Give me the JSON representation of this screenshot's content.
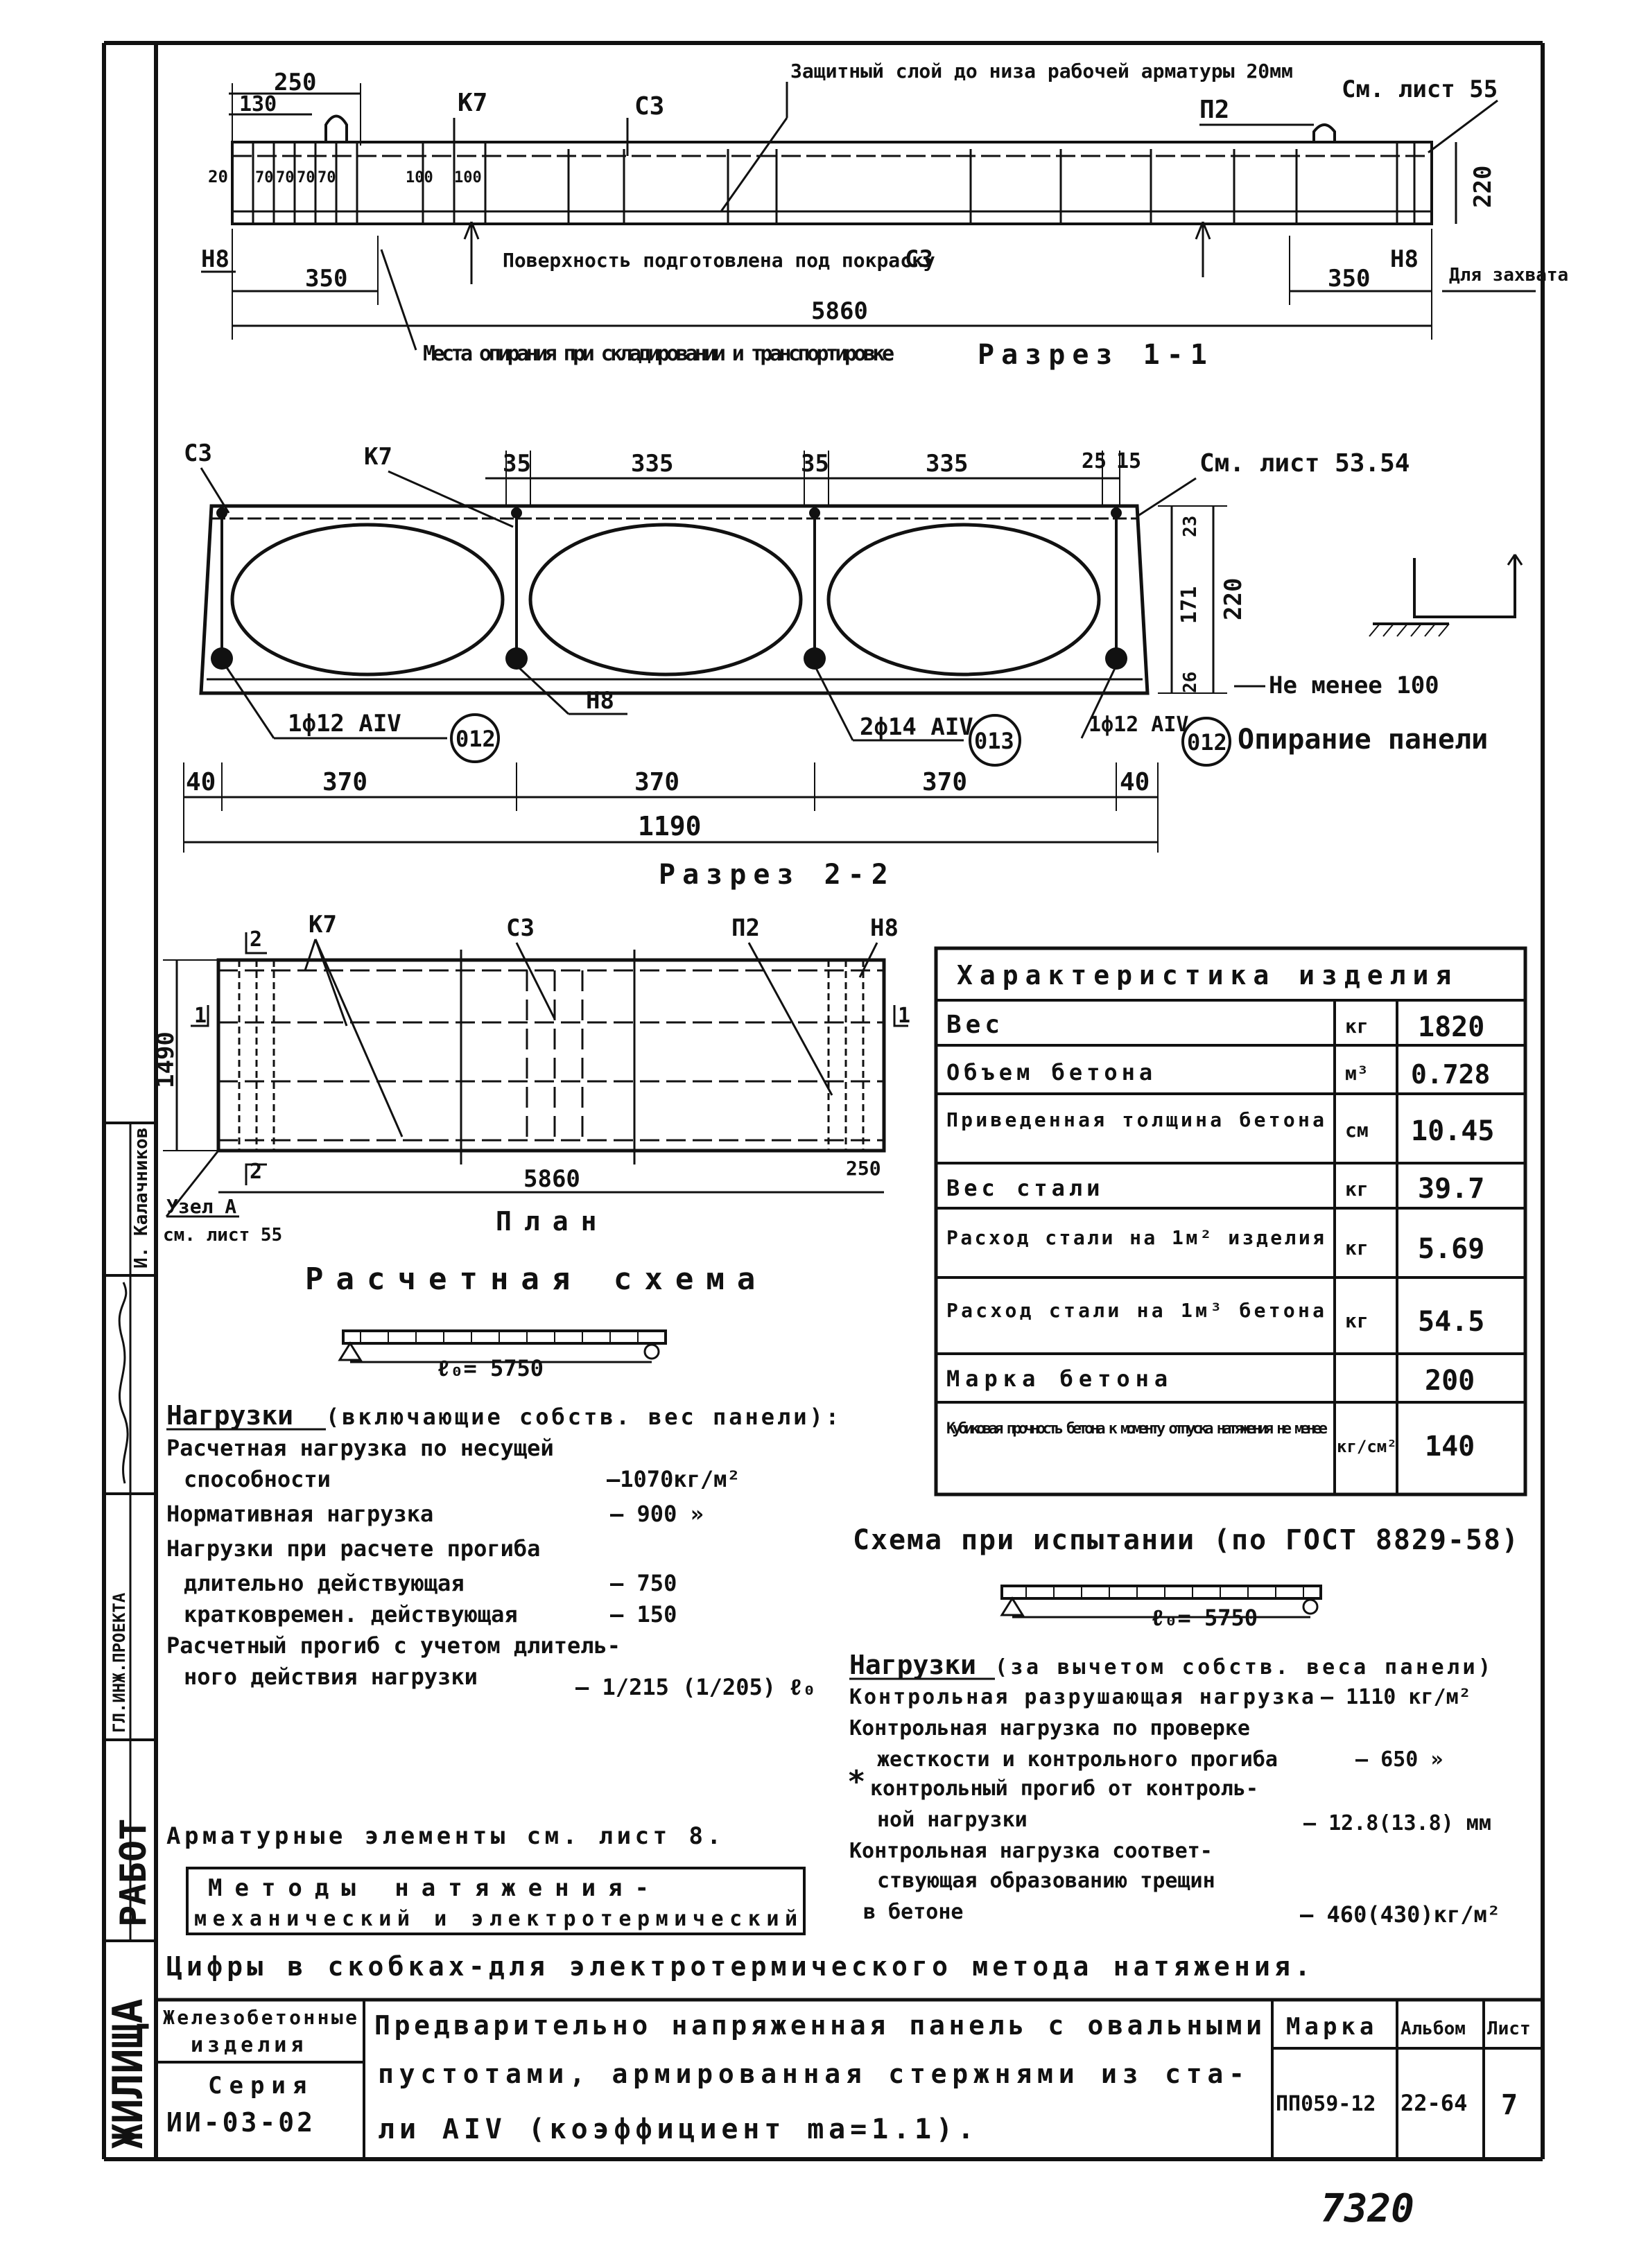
{
  "side_strip": {
    "main": "ЖИЛИЩА",
    "sub": "РАБОТ",
    "project_label": "ГЛ.ИНЖ.ПРОЕКТА",
    "author": "И. Калачников"
  },
  "section_1_1": {
    "title": "Разрез 1-1",
    "note_cover": "Защитный слой до низа рабочей арматуры 20мм",
    "note_sheet": "См. лист 55",
    "note_surface": "Поверхность подготовлена под покраску",
    "note_support": "Места опирания при складировании и транспортировке",
    "note_grip": "Для захвата",
    "labels": {
      "k7": "К7",
      "c3_top": "С3",
      "c3": "С3",
      "p2": "П2",
      "n8_left": "Н8",
      "n8_right": "Н8"
    },
    "dims": {
      "d250": "250",
      "d130": "130",
      "d20": "20",
      "d70a": "70",
      "d70b": "70",
      "d70c": "70",
      "d70d": "70",
      "d100a": "100",
      "d100b": "100",
      "d350_left": "350",
      "d350_right": "350",
      "d5860": "5860",
      "d220": "220"
    }
  },
  "section_2_2": {
    "title": "Разрез 2-2",
    "note_sheet": "См. лист 53.54",
    "note_min": "Не менее 100",
    "note_support": "Опирание панели",
    "labels": {
      "c3": "С3",
      "k7": "К7",
      "n8": "Н8",
      "bar_left": "1ф12 АIV",
      "bar_mid": "2ф14 АIV",
      "bar_right": "1ф12 АIV",
      "c012a": "012",
      "c013": "013",
      "c012b": "012"
    },
    "dims": {
      "d35a": "35",
      "d335a": "335",
      "d35b": "35",
      "d335b": "335",
      "d25": "25",
      "d15": "15",
      "d40a": "40",
      "d370a": "370",
      "d370b": "370",
      "d370c": "370",
      "d40b": "40",
      "d1190": "1190",
      "d23": "23",
      "d171": "171",
      "d220": "220",
      "d26": "26"
    }
  },
  "plan": {
    "title": "План",
    "labels": {
      "k7": "К7",
      "c3": "С3",
      "p2": "П2",
      "n8": "Н8",
      "cut2a": "2",
      "cut2b": "2",
      "cut1a": "1",
      "cut1b": "1"
    },
    "dims": {
      "d1490": "1490",
      "d5860": "5860",
      "d250": "250"
    },
    "node_label": "Узел А",
    "node_sheet": "см. лист 55"
  },
  "characteristics": {
    "title": "Характеристика изделия",
    "rows": [
      {
        "name": "Вес",
        "unit": "кг",
        "value": "1820"
      },
      {
        "name": "Объем бетона",
        "unit": "м³",
        "value": "0.728"
      },
      {
        "name": "Приведенная толщина бетона",
        "unit": "см",
        "value": "10.45"
      },
      {
        "name": "Вес стали",
        "unit": "кг",
        "value": "39.7"
      },
      {
        "name": "Расход стали на 1м² изделия",
        "unit": "кг",
        "value": "5.69"
      },
      {
        "name": "Расход стали на 1м³ бетона",
        "unit": "кг",
        "value": "54.5"
      },
      {
        "name": "Марка бетона",
        "unit": "",
        "value": "200"
      },
      {
        "name": "Кубиковая прочность бетона к моменту отпуска натяжения не менее",
        "unit": "кг/см²",
        "value": "140"
      }
    ]
  },
  "calc_scheme": {
    "title": "Расчетная схема",
    "span": "ℓ₀= 5750",
    "loads_title": "Нагрузки",
    "loads_note": "(включающие собств. вес панели):",
    "lines": [
      {
        "label": "Расчетная нагрузка по несущей",
        "value": ""
      },
      {
        "label": "способности",
        "value": "—1070кг/м²"
      },
      {
        "label": "Нормативная нагрузка",
        "value": "— 900 »"
      },
      {
        "label": "Нагрузки при расчете прогиба",
        "value": ""
      },
      {
        "label": "длительно действующая",
        "value": "— 750"
      },
      {
        "label": "кратковремен. действующая",
        "value": "— 150"
      },
      {
        "label": "Расчетный прогиб с учетом длитель-",
        "value": ""
      },
      {
        "label": "ного действия нагрузки",
        "value": "— 1/215 (1/205) ℓ₀"
      }
    ]
  },
  "test_scheme": {
    "title": "Схема при испытании (по ГОСТ 8829-58)",
    "span": "ℓ₀= 5750",
    "loads_title": "Нагрузки",
    "loads_note": "(за вычетом собств. веса панели)",
    "lines": [
      {
        "label": "Контрольная разрушающая нагрузка",
        "value": "— 1110 кг/м²"
      },
      {
        "label": "Контрольная нагрузка по проверке",
        "value": ""
      },
      {
        "label": "жесткости и контрольного прогиба",
        "value": "— 650 »"
      },
      {
        "label": "контрольный прогиб от контроль-",
        "value": ""
      },
      {
        "label": "ной нагрузки",
        "value": "— 12.8(13.8) мм"
      },
      {
        "label": "Контрольная нагрузка соответ-",
        "value": ""
      },
      {
        "label": "ствующая образованию трещин",
        "value": ""
      },
      {
        "label": "в бетоне",
        "value": "— 460(430)кг/м²"
      }
    ]
  },
  "notes": {
    "reinforcement": "Арматурные элементы см. лист 8.",
    "methods_1": "Методы натяжения-",
    "methods_2": "механический и электротермический",
    "brackets": "Цифры в скобках-для электротермического метода натяжения."
  },
  "title_block": {
    "org_1": "Железобетонные",
    "org_2": "изделия",
    "series_label": "Серия",
    "series": "ИИ-03-02",
    "desc_1": "Предварительно напряженная панель с овальными",
    "desc_2": "пустотами, армированная стержнями из ста-",
    "desc_3": "ли АIV (коэффициент mа=1.1).",
    "mark_h": "Марка",
    "album_h": "Альбом",
    "sheet_h": "Лист",
    "mark": "ПП059-12",
    "album": "22-64",
    "sheet": "7"
  },
  "page_number": "7320"
}
